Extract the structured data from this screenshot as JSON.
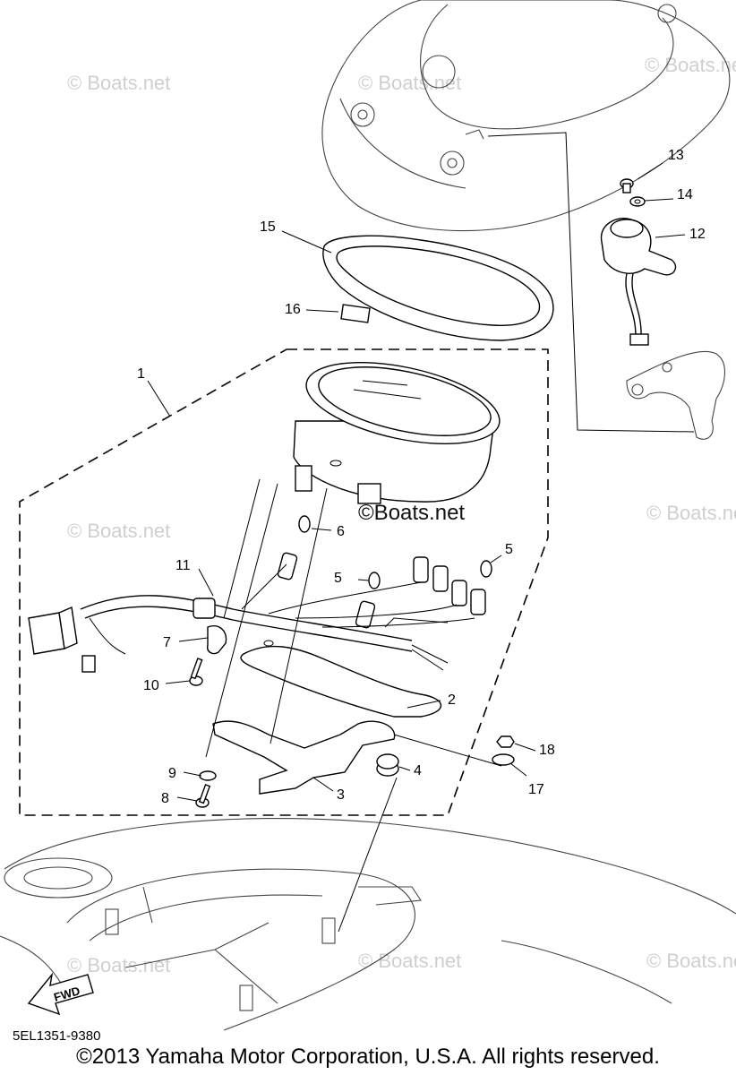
{
  "watermark": "© Boats.net",
  "center_watermark": "©Boats.net",
  "part_code": "5EL1351-9380",
  "copyright": "©2013 Yamaha Motor Corporation, U.S.A. All rights reserved.",
  "fwd_label": "FWD",
  "callouts": {
    "c1": "1",
    "c2": "2",
    "c3": "3",
    "c4": "4",
    "c5a": "5",
    "c5b": "5",
    "c6": "6",
    "c7": "7",
    "c8": "8",
    "c9": "9",
    "c10": "10",
    "c11": "11",
    "c12": "12",
    "c13": "13",
    "c14": "14",
    "c15": "15",
    "c16": "16",
    "c17": "17",
    "c18": "18"
  }
}
